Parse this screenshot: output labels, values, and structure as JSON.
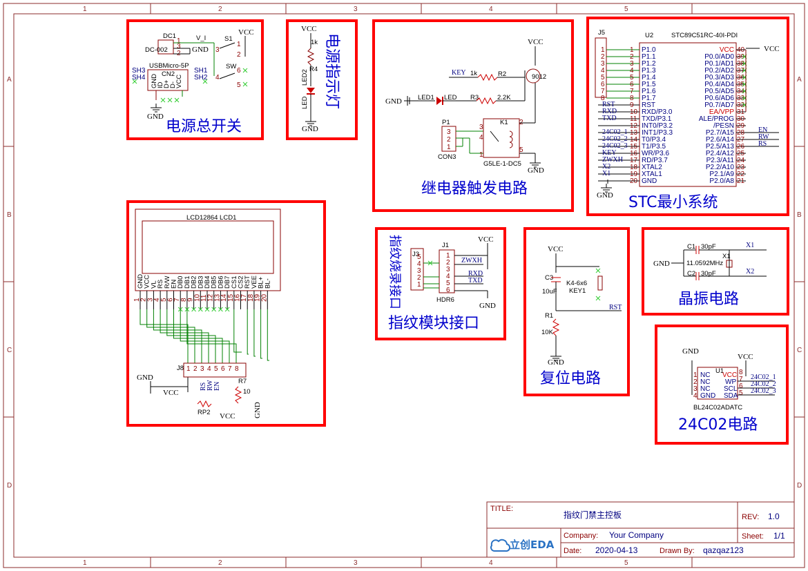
{
  "sheet": {
    "col_labels": [
      "1",
      "2",
      "3",
      "4",
      "5"
    ],
    "row_labels": [
      "A",
      "B",
      "C",
      "D"
    ]
  },
  "blocks": {
    "power_switch": {
      "label": "电源总开关",
      "dc1": "DC1",
      "dc_type": "DC-002",
      "usb": "USBMicro-5P",
      "cn2": "CN2",
      "s1": "S1",
      "sw": "SW",
      "vcc": "VCC",
      "gnd": "GND",
      "v": "V_I",
      "usb_pins": [
        "GND",
        "ID",
        "D+",
        "D-",
        "VCC"
      ],
      "sh": [
        "SH3",
        "SH4",
        "SH1",
        "SH2"
      ]
    },
    "power_led": {
      "label": "电源指示灯",
      "vcc": "VCC",
      "r": "R4",
      "r_val": "1k",
      "led": "LED2",
      "led_pin": "LED",
      "gnd": "GND"
    },
    "relay": {
      "label": "继电器触发电路",
      "vcc": "VCC",
      "key": "KEY",
      "r2_val": "1k",
      "r2": "R2",
      "q": "9012",
      "gnd": "GND",
      "led1": "LED1",
      "led_pin": "LED",
      "r3": "R3",
      "r3_val": "2.2K",
      "p1": "P1",
      "con": "CON3",
      "k1": "K1",
      "relay_type": "G5LE-1-DC5"
    },
    "mcu": {
      "label": "STC最小系统",
      "j5": "J5",
      "u2": "U2",
      "chip": "STC89C51RC-40I-PDI",
      "vcc": "VCC",
      "gnd": "GND",
      "left_pins": [
        {
          "n": "1",
          "name": "P1.0",
          "net": ""
        },
        {
          "n": "2",
          "name": "P1.1",
          "net": ""
        },
        {
          "n": "3",
          "name": "P1.2",
          "net": ""
        },
        {
          "n": "4",
          "name": "P1.3",
          "net": ""
        },
        {
          "n": "5",
          "name": "P1.4",
          "net": ""
        },
        {
          "n": "6",
          "name": "P1.5",
          "net": ""
        },
        {
          "n": "7",
          "name": "P1.6",
          "net": ""
        },
        {
          "n": "8",
          "name": "P1.7",
          "net": ""
        },
        {
          "n": "9",
          "name": "RST",
          "net": "RST"
        },
        {
          "n": "10",
          "name": "RXD/P3.0",
          "net": "RXD"
        },
        {
          "n": "11",
          "name": "TXD/P3.1",
          "net": "TXD"
        },
        {
          "n": "12",
          "name": "INT0/P3.2",
          "net": ""
        },
        {
          "n": "13",
          "name": "INT1/P3.3",
          "net": "24C02_1"
        },
        {
          "n": "14",
          "name": "T0/P3.4",
          "net": "24C02_2"
        },
        {
          "n": "15",
          "name": "T1/P3.5",
          "net": "24C02_3"
        },
        {
          "n": "16",
          "name": "WR/P3.6",
          "net": "KEY"
        },
        {
          "n": "17",
          "name": "RD/P3.7",
          "net": "ZWXH"
        },
        {
          "n": "18",
          "name": "XTAL2",
          "net": "X2"
        },
        {
          "n": "19",
          "name": "XTAL1",
          "net": "X1"
        },
        {
          "n": "20",
          "name": "GND",
          "net": ""
        }
      ],
      "right_pins": [
        {
          "n": "40",
          "name": "VCC",
          "net": ""
        },
        {
          "n": "39",
          "name": "P0.0/AD0",
          "net": ""
        },
        {
          "n": "38",
          "name": "P0.1/AD1",
          "net": ""
        },
        {
          "n": "37",
          "name": "P0.2/AD2",
          "net": ""
        },
        {
          "n": "36",
          "name": "P0.3/AD3",
          "net": ""
        },
        {
          "n": "35",
          "name": "P0.4/AD4",
          "net": ""
        },
        {
          "n": "34",
          "name": "P0.5/AD5",
          "net": ""
        },
        {
          "n": "33",
          "name": "P0.6/AD6",
          "net": ""
        },
        {
          "n": "32",
          "name": "P0.7/AD7",
          "net": ""
        },
        {
          "n": "31",
          "name": "EA/VPP",
          "net": ""
        },
        {
          "n": "30",
          "name": "ALE/PROG",
          "net": ""
        },
        {
          "n": "29",
          "name": "/PESN",
          "net": ""
        },
        {
          "n": "28",
          "name": "P2.7/A15",
          "net": "EN"
        },
        {
          "n": "27",
          "name": "P2.6/A14",
          "net": "RW"
        },
        {
          "n": "26",
          "name": "P2.5/A13",
          "net": "RS"
        },
        {
          "n": "25",
          "name": "P2.4/A12",
          "net": ""
        },
        {
          "n": "24",
          "name": "P2.3/A11",
          "net": ""
        },
        {
          "n": "23",
          "name": "P2.2/A10",
          "net": ""
        },
        {
          "n": "22",
          "name": "P2.1/A9",
          "net": ""
        },
        {
          "n": "21",
          "name": "P2.0/A8",
          "net": ""
        }
      ]
    },
    "lcd": {
      "title": "LCD12864  LCD1",
      "pins": [
        "GND",
        "VCC",
        "VL",
        "RS",
        "R/W",
        "EN",
        "DB0",
        "DB1",
        "DB2",
        "DB3",
        "DB4",
        "DB5",
        "DB6",
        "DB7",
        "CS1",
        "CS2",
        "RST",
        "VEE",
        "BL+",
        "BL-"
      ],
      "j8": "J8",
      "gnd": "GND",
      "vcc": "VCC",
      "rp2": "RP2",
      "r7": "R7",
      "r7_val": "10",
      "j8_nets": [
        "RS",
        "RW",
        "EN"
      ]
    },
    "fingerprint": {
      "label": "指纹模块接口",
      "side_label": "指纹烧录接口",
      "j3": "J3",
      "j1": "J1",
      "hdr": "HDR6",
      "vcc": "VCC",
      "gnd": "GND",
      "nets": [
        "ZWXH",
        "RXD",
        "TXD"
      ]
    },
    "reset": {
      "label": "复位电路",
      "vcc": "VCC",
      "c3": "C3",
      "c3_val": "10uF",
      "key": "K4-6x6",
      "key_ref": "KEY1",
      "r1": "R1",
      "r1_val": "10K",
      "gnd": "GND",
      "net": "RST"
    },
    "crystal": {
      "label": "晶振电路",
      "c1": "C1",
      "c1_val": "30pF",
      "c2": "C2",
      "c2_val": "30pF",
      "x1": "X1",
      "freq": "11.0592MHz",
      "gnd": "GND",
      "net1": "X1",
      "net2": "X2"
    },
    "eeprom": {
      "label": "24C02电路",
      "gnd": "GND",
      "vcc": "VCC",
      "u1": "U1",
      "part": "BL24C02ADATC",
      "left": [
        "NC",
        "NC",
        "NC",
        "GND"
      ],
      "right": [
        "VCC",
        "WP",
        "SCL",
        "SDA"
      ],
      "nets": [
        "24C02_1",
        "24C02_2",
        "24C02_3"
      ]
    }
  },
  "title_block": {
    "title_label": "TITLE:",
    "title": "指纹门禁主控板",
    "rev_label": "REV:",
    "rev": "1.0",
    "company_label": "Company:",
    "company": "Your Company",
    "sheet_label": "Sheet:",
    "sheet": "1/1",
    "date_label": "Date:",
    "date": "2020-04-13",
    "drawn_label": "Drawn By:",
    "drawn": "qazqaz123",
    "logo": "立创EDA"
  }
}
